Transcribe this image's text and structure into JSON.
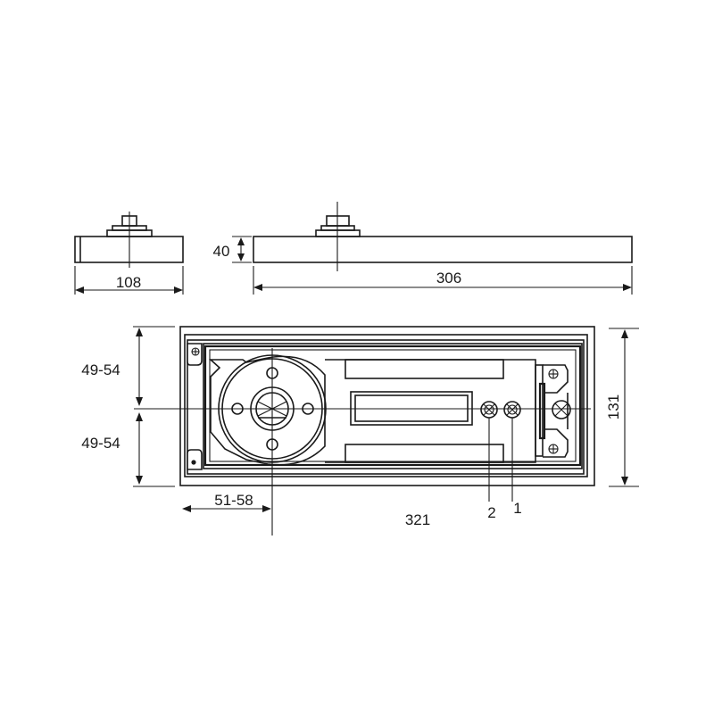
{
  "drawing": {
    "subject": "floor spring door closer technical drawing",
    "side_view": {
      "width_label": "108"
    },
    "front_view": {
      "height_label": "40",
      "length_label": "306"
    },
    "top_view": {
      "offset_top_label": "49-54",
      "offset_bottom_label": "49-54",
      "spindle_offset_label": "51-58",
      "overall_length_label": "321",
      "overall_width_label": "131",
      "valve_labels": [
        "2",
        "1"
      ]
    },
    "colors": {
      "line": "#1a1a1a",
      "background": "#ffffff"
    }
  }
}
